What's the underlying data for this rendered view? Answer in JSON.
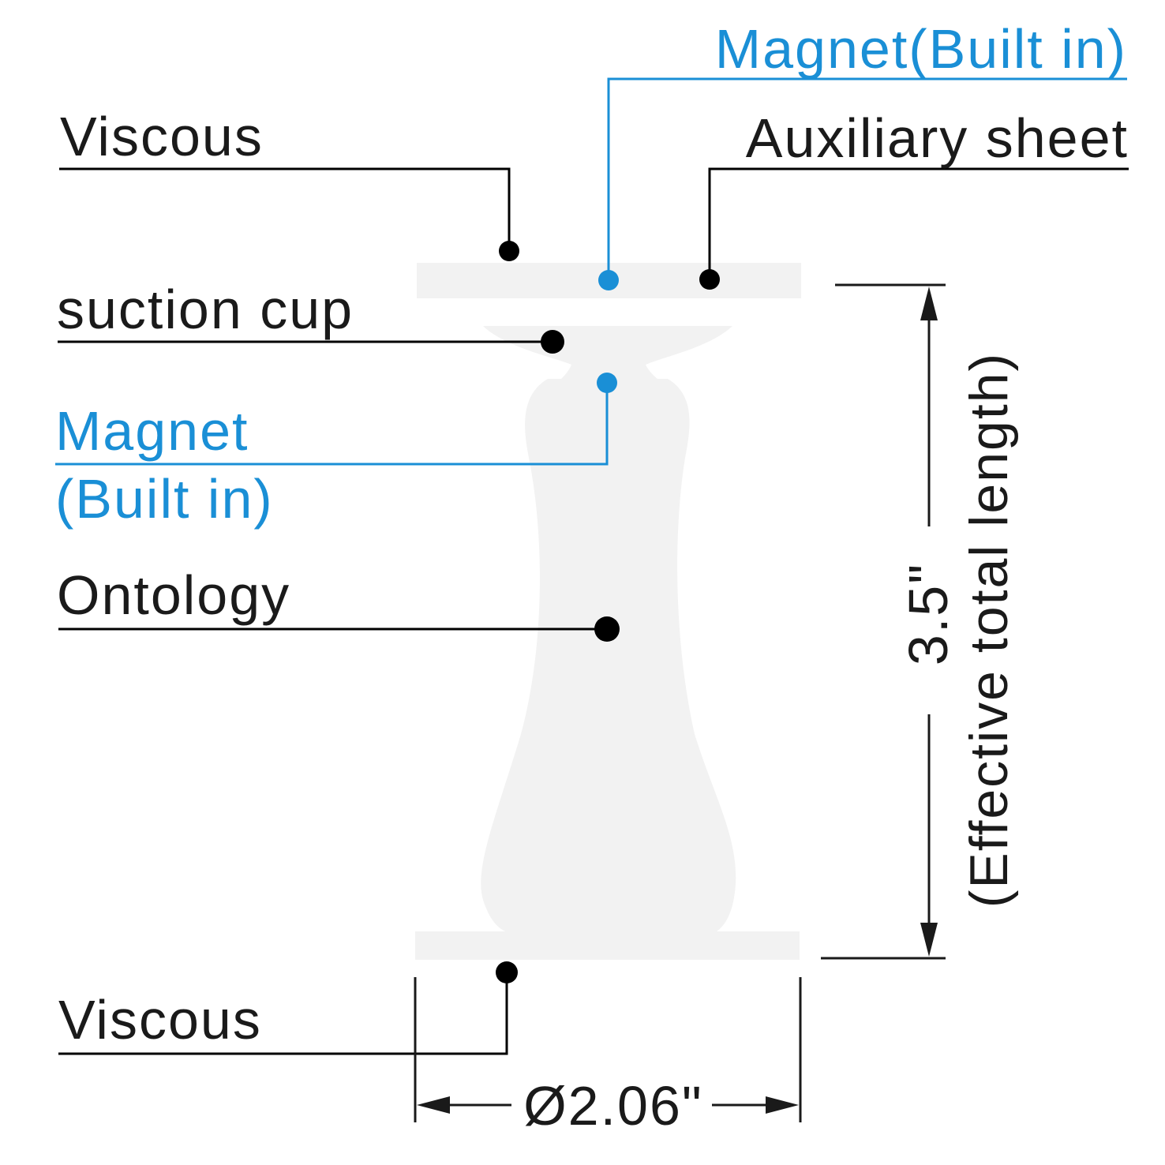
{
  "colors": {
    "text": "#1a1a1a",
    "leader": "#000000",
    "accent": "#1a8fd6",
    "part_fill": "#f2f2f2"
  },
  "labels": {
    "magnet_top": "Magnet(Built in)",
    "viscous_top": "Viscous",
    "auxiliary_sheet": "Auxiliary sheet",
    "suction_cup": "suction cup",
    "magnet_mid_line1": "Magnet",
    "magnet_mid_line2": "(Built in)",
    "ontology": "Ontology",
    "viscous_bottom": "Viscous"
  },
  "dimensions": {
    "length": "3.5\"",
    "length_note": "(Effective total length)",
    "diameter": "Ø2.06\""
  }
}
